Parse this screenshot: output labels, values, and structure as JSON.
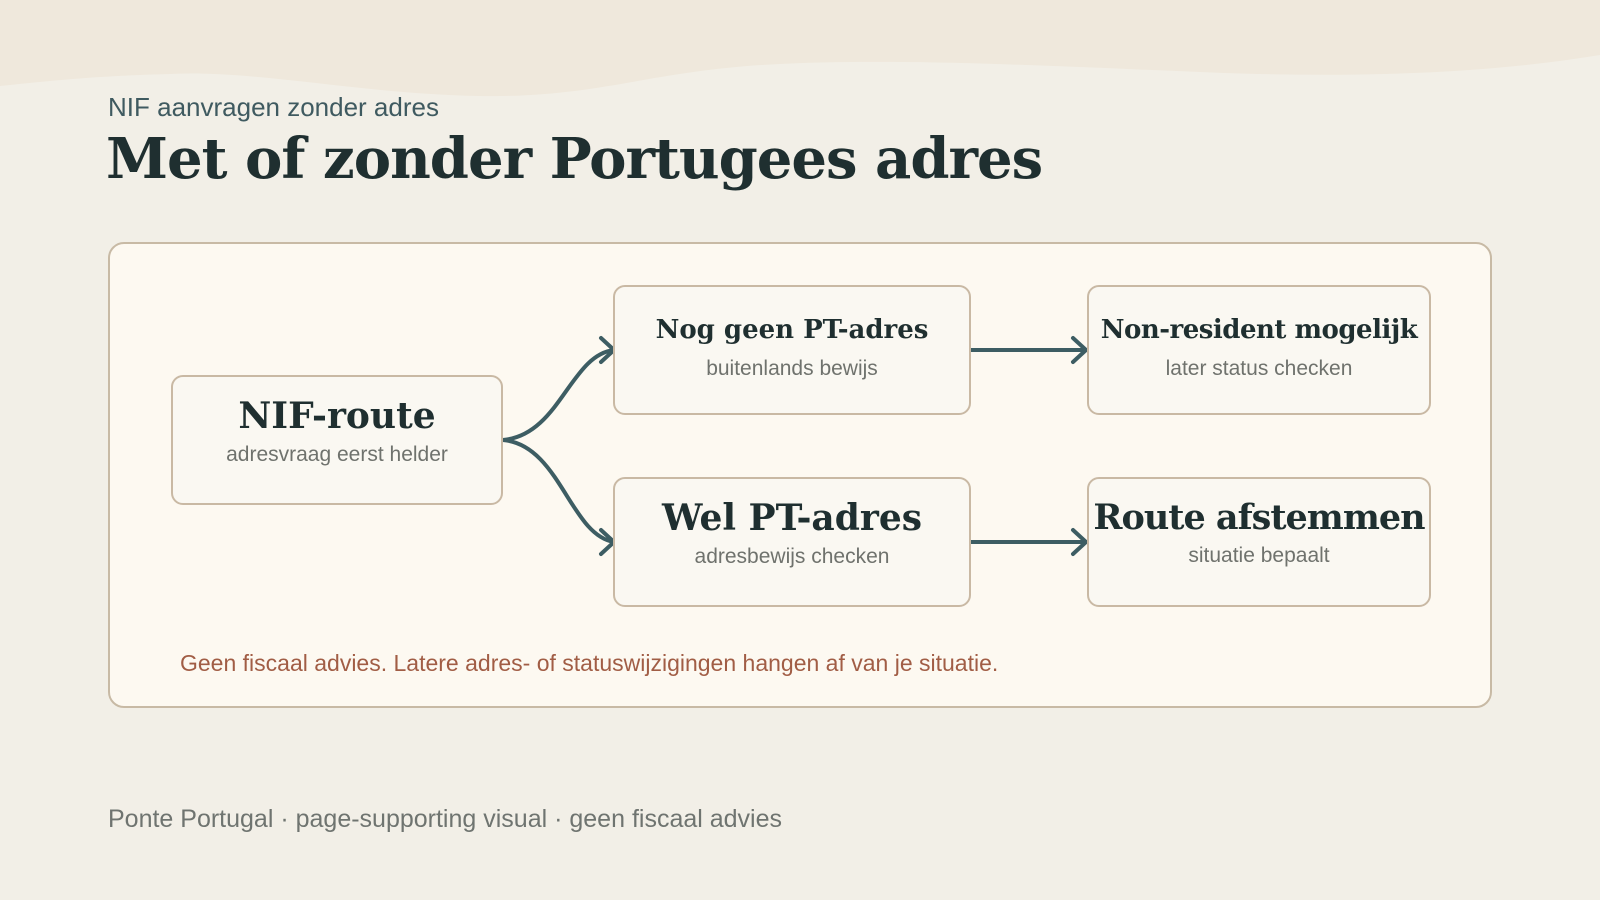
{
  "header": {
    "eyebrow": "NIF aanvragen zonder adres",
    "title": "Met of zonder Portugees adres"
  },
  "diagram": {
    "nodes": [
      {
        "id": "nif-route",
        "title": "NIF-route",
        "subtitle": "adresvraag eerst helder"
      },
      {
        "id": "no-pt-address",
        "title": "Nog geen PT-adres",
        "subtitle": "buitenlands bewijs"
      },
      {
        "id": "pt-address",
        "title": "Wel PT-adres",
        "subtitle": "adresbewijs checken"
      },
      {
        "id": "non-resident",
        "title": "Non-resident mogelijk",
        "subtitle": "later status checken"
      },
      {
        "id": "align-route",
        "title": "Route afstemmen",
        "subtitle": "situatie bepaalt"
      }
    ],
    "edges": [
      {
        "from": "nif-route",
        "to": "no-pt-address"
      },
      {
        "from": "nif-route",
        "to": "pt-address"
      },
      {
        "from": "no-pt-address",
        "to": "non-resident"
      },
      {
        "from": "pt-address",
        "to": "align-route"
      }
    ],
    "note": "Geen fiscaal advies. Latere adres- of statuswijzigingen hangen af van je situatie."
  },
  "footer": {
    "text": "Ponte Portugal · page-supporting visual · geen fiscaal advies"
  },
  "colors": {
    "background": "#f2efe7",
    "panel": "#fdf9f1",
    "node_border": "#c9b9a4",
    "arrow": "#3d5d63",
    "note": "#a15d45",
    "title": "#1f2f30"
  }
}
